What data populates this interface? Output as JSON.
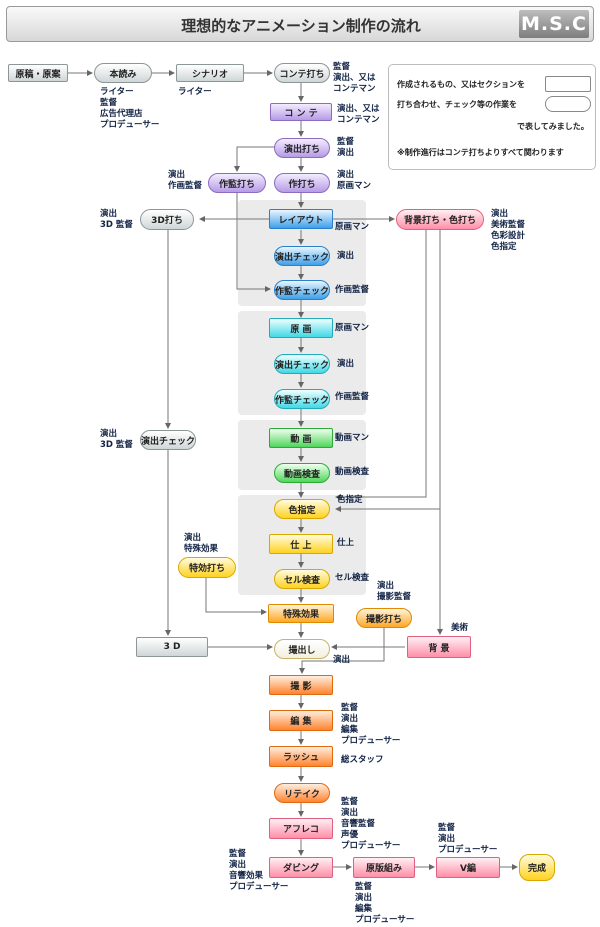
{
  "header": {
    "title": "理想的なアニメーション制作の流れ",
    "logo": "M.S.C"
  },
  "legend": {
    "line1": "作成されるもの、又はセクションを",
    "line2": "打ち合わせ、チェック等の作業を",
    "line3": "で表してみました。",
    "note": "※制作進行はコンテ打ちよりすべて関わります"
  },
  "nodes": {
    "genko": "原稿・原案",
    "honyomi": "本読み",
    "scenario": "シナリオ",
    "conte_uchi": "コンテ打ち",
    "conte": "コ ン テ",
    "enshutsu_uchi": "演出打ち",
    "sakkan_uchi": "作監打ち",
    "saku_uchi": "作打ち",
    "uchi3d": "3D打ち",
    "layout": "レイアウト",
    "enshutsu_check1": "演出チェック",
    "sakkan_check1": "作監チェック",
    "haikei_uchi": "背景打ち・色打ち",
    "genga": "原 画",
    "enshutsu_check2": "演出チェック",
    "sakkan_check2": "作監チェック",
    "enshutsu_check3d": "演出チェック",
    "douga": "動 画",
    "douga_kensa": "動画検査",
    "iroshitei": "色指定",
    "shiage": "仕 上",
    "cel_kensa": "セル検査",
    "tokko_uchi": "特効打ち",
    "tokushu": "特殊効果",
    "satsuei_uchi": "撮影打ち",
    "node3d": "3 D",
    "dashi": "撮出し",
    "haikei": "背 景",
    "satsuei": "撮 影",
    "henshu": "編 集",
    "rush": "ラッシュ",
    "retake": "リテイク",
    "afreco": "アフレコ",
    "dubbing": "ダビング",
    "genpan": "原版組み",
    "vhen": "V編",
    "kansei": "完成"
  },
  "notes": {
    "honyomi": "ライター\n監督\n広告代理店\nプロデューサー",
    "scenario": "ライター",
    "conte_uchi": "監督\n演出、又は\nコンテマン",
    "conte": "演出、又は\nコンテマン",
    "enshutsu_uchi": "監督\n演出",
    "sakkan_uchi": "演出\n作画監督",
    "saku_uchi": "演出\n原画マン",
    "uchi3d": "演出\n3D 監督",
    "layout": "原画マン",
    "enshutsu_check1": "演出",
    "sakkan_check1": "作画監督",
    "haikei_uchi": "演出\n美術監督\n色彩設計\n色指定",
    "genga": "原画マン",
    "enshutsu_check2": "演出",
    "sakkan_check2": "作画監督",
    "enshutsu_check3d": "演出\n3D 監督",
    "douga": "動画マン",
    "douga_kensa": "動画検査",
    "iroshitei": "色指定",
    "shiage": "仕上",
    "cel_kensa": "セル検査",
    "tokko_uchi": "演出\n特殊効果",
    "satsuei_uchi": "演出\n撮影監督",
    "haikei": "美術",
    "dashi": "演出",
    "henshu": "監督\n演出\n編集\nプロデューサー",
    "rush": "総スタッフ",
    "retake": "監督\n演出\n音響監督\n声優\nプロデューサー",
    "dubbing": "監督\n演出\n音響効果\nプロデューサー",
    "genpan": "監督\n演出\n編集\nプロデューサー",
    "vhen": "監督\n演出\nプロデューサー"
  }
}
